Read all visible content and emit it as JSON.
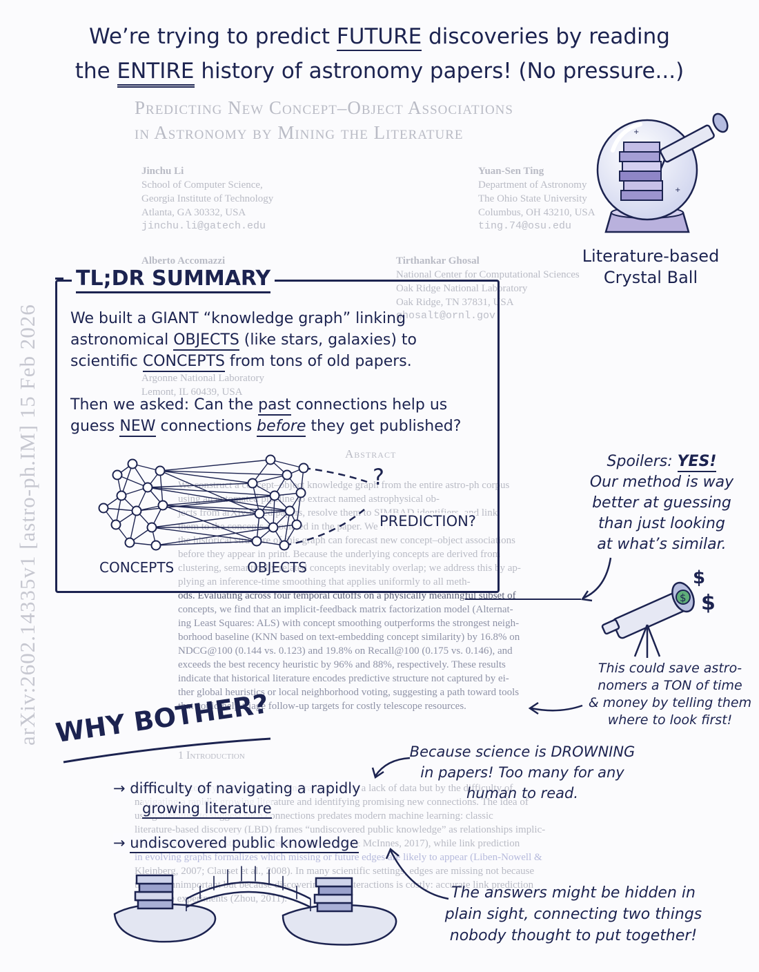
{
  "headline": {
    "line1_prefix": "We’re trying to predict ",
    "line1_emph": "FUTURE",
    "line1_suffix": " discoveries by reading",
    "line2_prefix": "the ",
    "line2_emph": "ENTIRE",
    "line2_suffix": " history of astronomy papers! (No pressure...)"
  },
  "paper": {
    "title_line1": "Predicting New Concept–Object Associations",
    "title_line2": "in Astronomy by Mining the Literature",
    "authors": [
      {
        "name": "Jinchu Li",
        "lines": [
          "School of Computer Science,",
          "Georgia Institute of Technology",
          "Atlanta, GA 30332, USA"
        ],
        "email": "jinchu.li@gatech.edu"
      },
      {
        "name": "Yuan-Sen Ting",
        "lines": [
          "Department of Astronomy",
          "The Ohio State University",
          "Columbus, OH 43210, USA"
        ],
        "email": "ting.74@osu.edu"
      },
      {
        "name": "Alberto Accomazzi",
        "lines": [],
        "email": ""
      },
      {
        "name": "Tirthankar Ghosal",
        "lines": [
          "National Center for Computational Sciences",
          "Oak Ridge National Laboratory",
          "Oak Ridge, TN 37831, USA"
        ],
        "email": "ghosalt@ornl.gov"
      }
    ],
    "hidden_affil_1": "Argonne National Laboratory",
    "hidden_affil_2": "Lemont, IL 60439, USA",
    "abstract_heading": "Abstract",
    "abstract_lines": [
      "We construct a concept–object knowledge graph from the entire astro-ph corpus",
      "using an automated pipeline to extract named astrophysical ob-",
      "jects from arXiv-based papers, resolve them to SIMBAD identifiers, and link",
      "them to the concepts associated in the paper. We then ask whether",
      "the historical structure of this graph can forecast new concept–object associations",
      "before they appear in print. Because the underlying concepts are derived from",
      "clustering, semantically related concepts inevitably overlap; we address this by ap-",
      "plying an inference-time smoothing that applies uniformly to all meth-",
      "ods. Evaluating across four temporal cutoffs on a physically meaningful subset of",
      "concepts, we find that an implicit-feedback matrix factorization model (Alternat-",
      "ing Least Squares: ALS) with concept smoothing outperforms the strongest neigh-",
      "borhood baseline (KNN based on text-embedding concept similarity) by 16.8% on",
      "NDCG@100 (0.144 vs. 0.123) and 19.8% on Recall@100 (0.175 vs. 0.146), and",
      "exceeds the best recency heuristic by 96% and 88%, respectively. These results",
      "indicate that historical literature encodes predictive structure not captured by ei-",
      "ther global heuristics or local neighborhood voting, suggesting a path toward tools",
      "that could help triage follow-up targets for costly telescope resources."
    ],
    "intro_heading": "1   Introduction",
    "intro_lines": [
      "Scientific discovery is increasingly constrained not by a lack of data but by the difficulty of",
      "navigating a rapidly growing literature and identifying promising new connections. The idea of",
      "using literature to suggest such connections predates modern machine learning: classic",
      "literature-based discovery (LBD) frames “undiscovered public knowledge” as relationships implic-",
      "itly present but never stated (Swanson, 1986; Henry & McInnes, 2017), while link prediction",
      "in evolving graphs formalizes which missing or future edges are likely to appear (Liben-Nowell &",
      "Kleinberg, 2007; Clauset et al., 2008). In many scientific settings, edges are missing not because",
      "they are unimportant but because discovering new interactions is costly: accurate link prediction",
      "can guide experiments (Zhou, 2011)."
    ]
  },
  "arxiv_stamp": "arXiv:2602.14335v1  [astro-ph.IM]  15 Feb 2026",
  "crystal_ball": {
    "label_line1": "Literature-based",
    "label_line2": "Crystal Ball"
  },
  "tldr": {
    "title": "TL;DR SUMMARY",
    "p1_l1": "We built a GIANT “knowledge graph” linking",
    "p1_l2_a": "astronomical ",
    "p1_l2_b": "OBJECTS",
    "p1_l2_c": " (like stars, galaxies) to",
    "p1_l3_a": "scientific ",
    "p1_l3_b": "CONCEPTS",
    "p1_l3_c": " from tons of old papers.",
    "p2_l1_a": "Then we asked: Can the ",
    "p2_l1_b": "past",
    "p2_l1_c": " connections help us",
    "p2_l2_a": "guess ",
    "p2_l2_b": "NEW",
    "p2_l2_c": " connections ",
    "p2_l2_d": "before",
    "p2_l2_e": " they get published?",
    "graph_label_concepts": "CONCEPTS",
    "graph_label_objects": "OBJECTS",
    "graph_label_prediction": "PREDICTION?",
    "question_mark": "?"
  },
  "spoilers": {
    "l1_a": "Spoilers: ",
    "l1_b": "YES!",
    "l2": "Our method is way",
    "l3": "better at guessing",
    "l4": "than just looking",
    "l5": "at what’s similar."
  },
  "telescope": {
    "dollar1": "$",
    "dollar2": "$"
  },
  "savings": {
    "l1": "This could save astro-",
    "l2": "nomers a TON of time",
    "l3": "& money by telling them",
    "l4": "where to look first!"
  },
  "why": {
    "title": "WHY BOTHER?",
    "bullet1_l1": "difficulty of navigating a rapidly",
    "bullet1_l2": "growing literature",
    "bullet2": "undiscovered public knowledge",
    "arrow": "→"
  },
  "drowning": {
    "l1": "Because science is DROWNING",
    "l2": "in papers! Too many for any",
    "l3": "human to read."
  },
  "answers": {
    "l1": "The answers might be hidden in",
    "l2": "plain sight, connecting two things",
    "l3": "nobody thought to put together!"
  }
}
